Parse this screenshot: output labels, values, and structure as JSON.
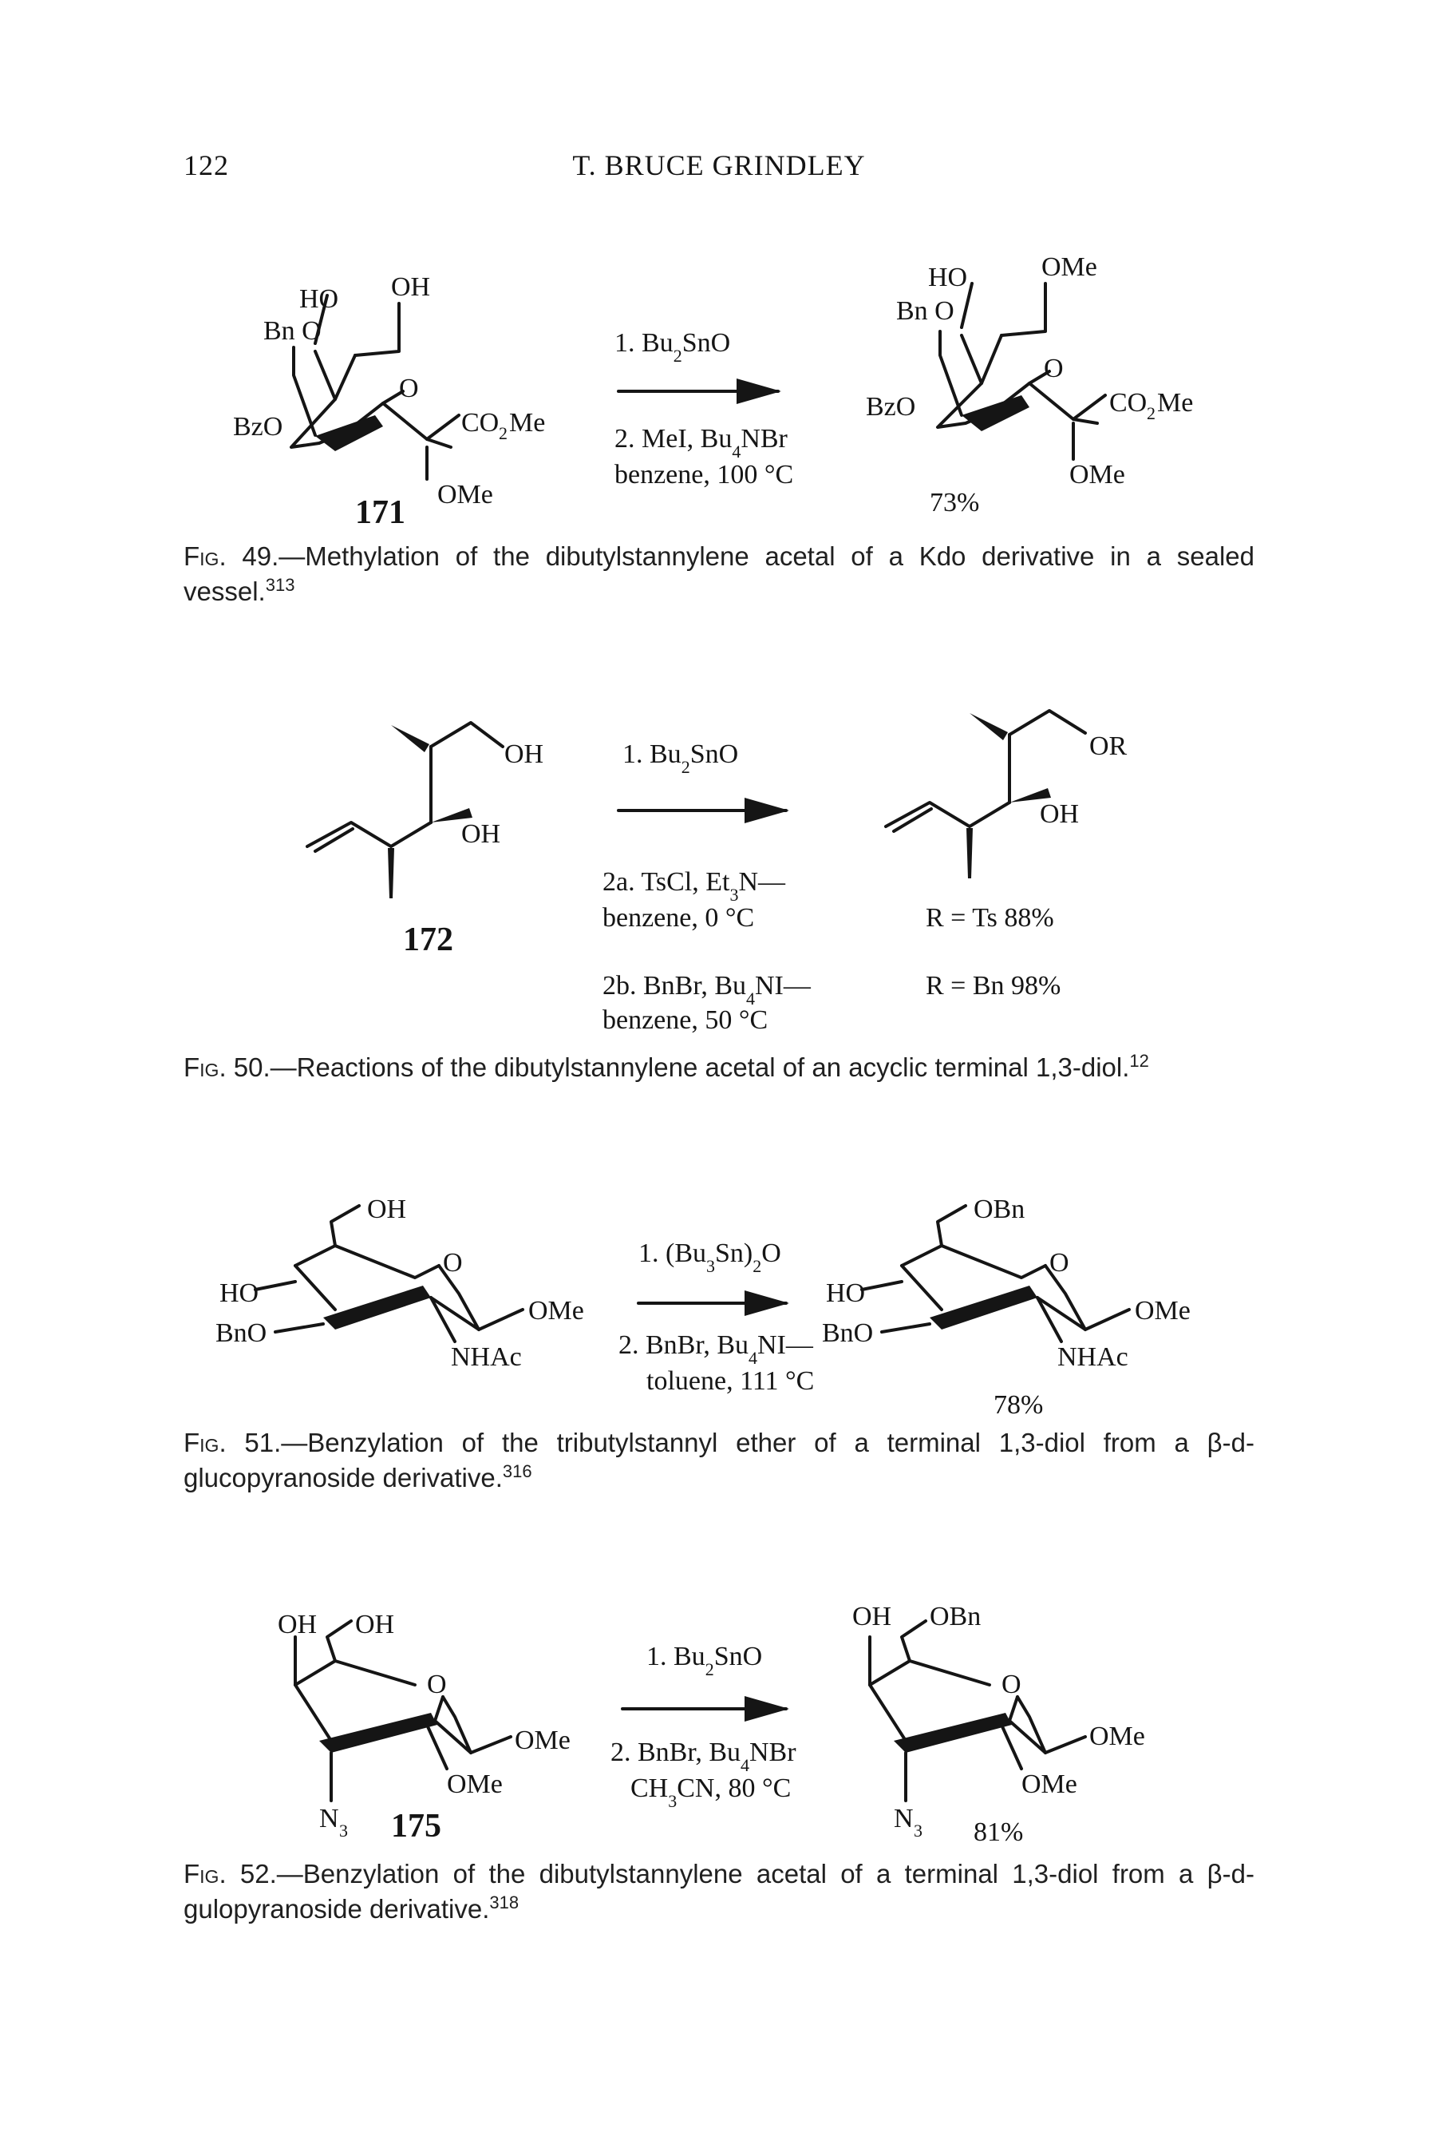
{
  "page": {
    "number": "122",
    "running_head": "T. BRUCE GRINDLEY"
  },
  "fig49": {
    "compound": "171",
    "reactant_labels": [
      "HO",
      "OH",
      "Bn O",
      "O",
      "BzO",
      "CO",
      "2",
      "Me",
      "OMe"
    ],
    "step1": "1. Bu",
    "step1_sub": "2",
    "step1_rest": "SnO",
    "step2": "2. MeI, Bu",
    "step2_sub": "4",
    "step2_rest": "NBr",
    "step3": "benzene, 100 °C",
    "product_labels": [
      "HO",
      "OMe",
      "Bn O",
      "O",
      "BzO",
      "CO",
      "2",
      "Me",
      "OMe"
    ],
    "yield": "73%",
    "caption_label": "Fig. 49.",
    "caption_text": "—Methylation of the dibutylstannylene acetal of a Kdo derivative in a sealed vessel.",
    "caption_ref": "313"
  },
  "fig50": {
    "compound": "172",
    "reactant_labels": [
      "OH",
      "OH"
    ],
    "product_labels": [
      "OR",
      "OH"
    ],
    "step1": "1. Bu",
    "step1_sub": "2",
    "step1_rest": "SnO",
    "step2a": "2a. TsCl, Et",
    "step2a_sub": "3",
    "step2a_rest": "N—",
    "step2a_solvent": "benzene, 0 °C",
    "step2b": "2b. BnBr, Bu",
    "step2b_sub": "4",
    "step2b_rest": "NI—",
    "step2b_solvent": "benzene, 50 °C",
    "result_ts": "R = Ts 88%",
    "result_bn": "R = Bn 98%",
    "caption_label": "Fig. 50.",
    "caption_text": "—Reactions of the dibutylstannylene acetal of an acyclic terminal 1,3-diol.",
    "caption_ref": "12"
  },
  "fig51": {
    "reactant_labels": [
      "OH",
      "O",
      "HO",
      "BnO",
      "OMe",
      "NHAc"
    ],
    "product_labels": [
      "OBn",
      "O",
      "HO",
      "BnO",
      "OMe",
      "NHAc"
    ],
    "step1": "1. (Bu",
    "step1_sub": "3",
    "step1_rest": "Sn)",
    "step1_sub2": "2",
    "step1_end": "O",
    "step2": "2. BnBr, Bu",
    "step2_sub": "4",
    "step2_rest": "NI—",
    "step3": "toluene, 111 °C",
    "yield": "78%",
    "caption_label": "Fig. 51.",
    "caption_text": "—Benzylation of the tributylstannyl ether of a terminal 1,3-diol from a β-d-glucopyranoside derivative.",
    "caption_ref": "316"
  },
  "fig52": {
    "compound": "175",
    "reactant_labels": [
      "OH",
      "OH",
      "O",
      "OMe",
      "OMe",
      "N",
      "3"
    ],
    "product_labels": [
      "OH",
      "OBn",
      "O",
      "OMe",
      "OMe",
      "N",
      "3"
    ],
    "step1": "1. Bu",
    "step1_sub": "2",
    "step1_rest": "SnO",
    "step2": "2. BnBr, Bu",
    "step2_sub": "4",
    "step2_rest": "NBr",
    "step3": "CH",
    "step3_sub": "3",
    "step3_rest": "CN, 80 °C",
    "yield": "81%",
    "caption_label": "Fig. 52.",
    "caption_text": "—Benzylation of the dibutylstannylene acetal of a terminal 1,3-diol from a β-d-gulopyranoside derivative.",
    "caption_ref": "318"
  }
}
